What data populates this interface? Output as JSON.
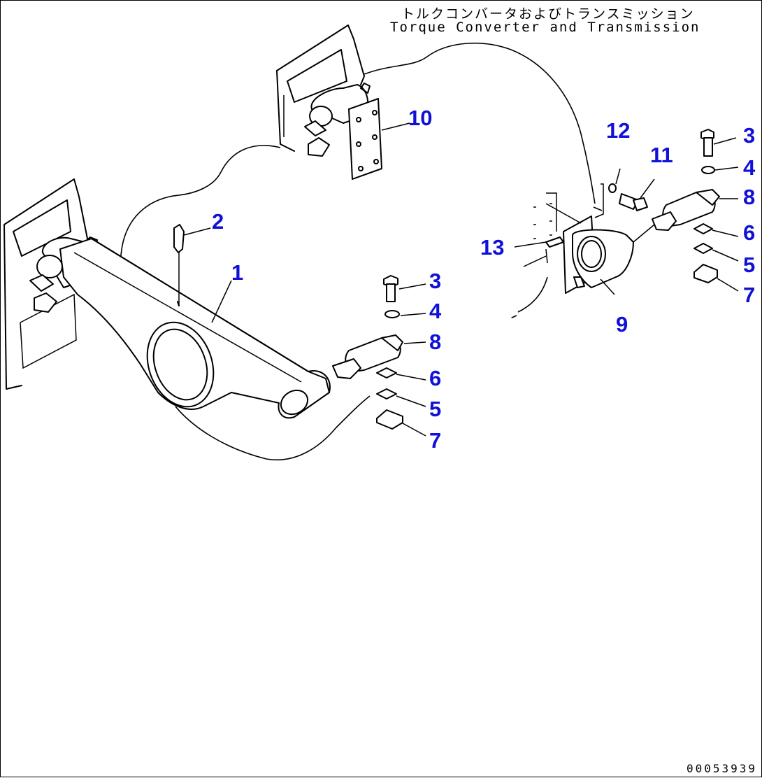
{
  "header": {
    "title_jp": "トルクコンバータおよびトランスミッション",
    "title_en": "Torque Converter and Transmission"
  },
  "drawing_number": "00053939",
  "callouts": {
    "c1": "1",
    "c2": "2",
    "c3a": "3",
    "c4a": "4",
    "c8a": "8",
    "c6a": "6",
    "c5a": "5",
    "c7a": "7",
    "c10": "10",
    "c12": "12",
    "c11": "11",
    "c3b": "3",
    "c4b": "4",
    "c8b": "8",
    "c6b": "6",
    "c5b": "5",
    "c7b": "7",
    "c13": "13",
    "c9": "9"
  },
  "colors": {
    "callout": "#1010d8",
    "line": "#000000",
    "background": "#ffffff"
  }
}
